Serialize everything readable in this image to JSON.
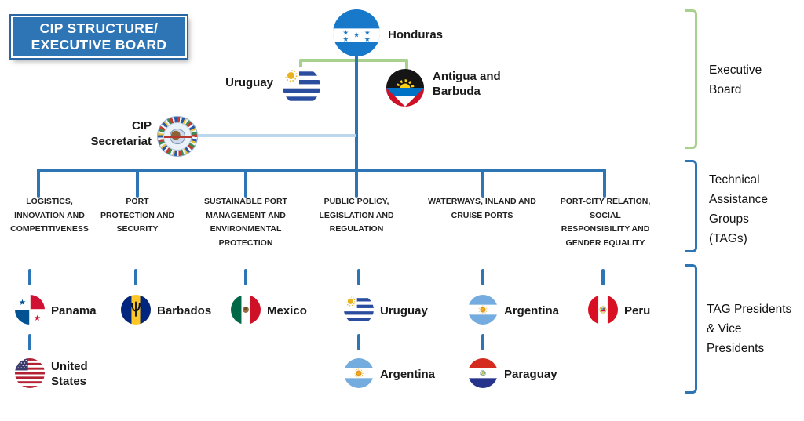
{
  "title": "CIP STRUCTURE/\nEXECUTIVE BOARD",
  "colors": {
    "accent_blue": "#2E75B6",
    "bracket_green": "#A9D18E",
    "secretariat_line": "#BDD7EE"
  },
  "executive_board": {
    "president": {
      "name": "Honduras",
      "flag": "honduras"
    },
    "members": [
      {
        "name": "Uruguay",
        "flag": "uruguay"
      },
      {
        "name": "Antigua and\nBarbuda",
        "flag": "antigua-barbuda"
      }
    ]
  },
  "secretariat": {
    "name": "CIP\nSecretariat",
    "icon": "cip-oas-seal"
  },
  "tag_groups": [
    {
      "name": "LOGISTICS,\nINNOVATION AND\nCOMPETITIVENESS"
    },
    {
      "name": "PORT\nPROTECTION AND\nSECURITY"
    },
    {
      "name": "SUSTAINABLE PORT\nMANAGEMENT AND\nENVIRONMENTAL\nPROTECTION"
    },
    {
      "name": "PUBLIC POLICY,\nLEGISLATION AND\nREGULATION"
    },
    {
      "name": "WATERWAYS, INLAND AND\nCRUISE PORTS"
    },
    {
      "name": "PORT-CITY RELATION,\nSOCIAL\nRESPONSIBILITY AND\nGENDER EQUALITY"
    }
  ],
  "tag_officers": [
    {
      "president": "Panama",
      "president_flag": "panama",
      "vice": "United\nStates",
      "vice_flag": "united-states"
    },
    {
      "president": "Barbados",
      "president_flag": "barbados"
    },
    {
      "president": "Mexico",
      "president_flag": "mexico"
    },
    {
      "president": "Uruguay",
      "president_flag": "uruguay",
      "vice": "Argentina",
      "vice_flag": "argentina"
    },
    {
      "president": "Argentina",
      "president_flag": "argentina",
      "vice": "Paraguay",
      "vice_flag": "paraguay"
    },
    {
      "president": "Peru",
      "president_flag": "peru"
    }
  ],
  "brackets": [
    {
      "label": "Executive\nBoard"
    },
    {
      "label": "Technical\nAssistance\nGroups\n(TAGs)"
    },
    {
      "label": "TAG Presidents\n& Vice\nPresidents"
    }
  ]
}
